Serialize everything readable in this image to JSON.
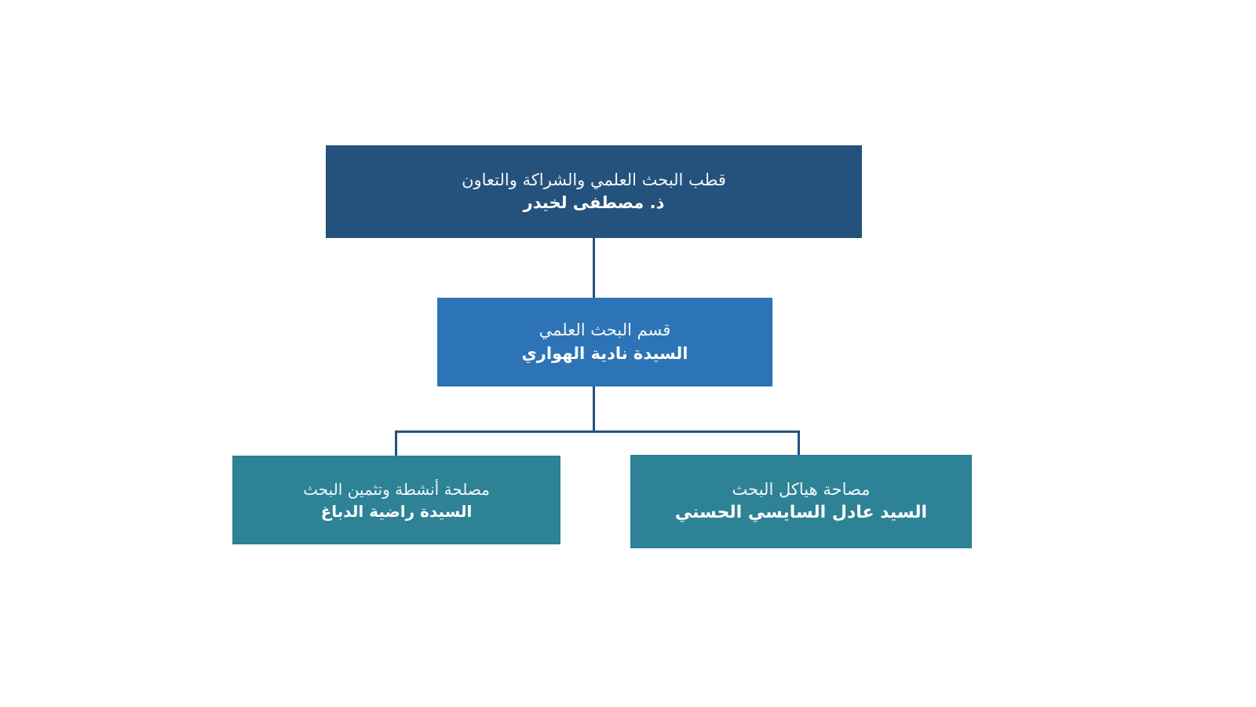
{
  "chart": {
    "type": "org-chart",
    "direction": "rtl",
    "background_color": "#ffffff",
    "connector_color": "#24527c",
    "nodes": [
      {
        "id": "root",
        "level": 1,
        "title": "قطب البحث العلمي والشراكة والتعاون",
        "person": "ذ. مصطفى لخيدر",
        "color": "#24527c"
      },
      {
        "id": "dept",
        "level": 2,
        "title": "قسم البحث العلمي",
        "person": "السيدة نادية الهواري",
        "color": "#2c74b5"
      },
      {
        "id": "service_activities",
        "level": 3,
        "title": "مصلحة أنشطة وتثمين البحث",
        "person": "السيدة راضية الدباغ",
        "color": "#2d8296"
      },
      {
        "id": "service_structures",
        "level": 3,
        "title": "مصاحة هياكل البحث",
        "person": "السيد عادل السايسي الحسني",
        "color": "#2d8296"
      }
    ],
    "edges": [
      {
        "from": "root",
        "to": "dept"
      },
      {
        "from": "dept",
        "to": "service_activities"
      },
      {
        "from": "dept",
        "to": "service_structures"
      }
    ]
  }
}
